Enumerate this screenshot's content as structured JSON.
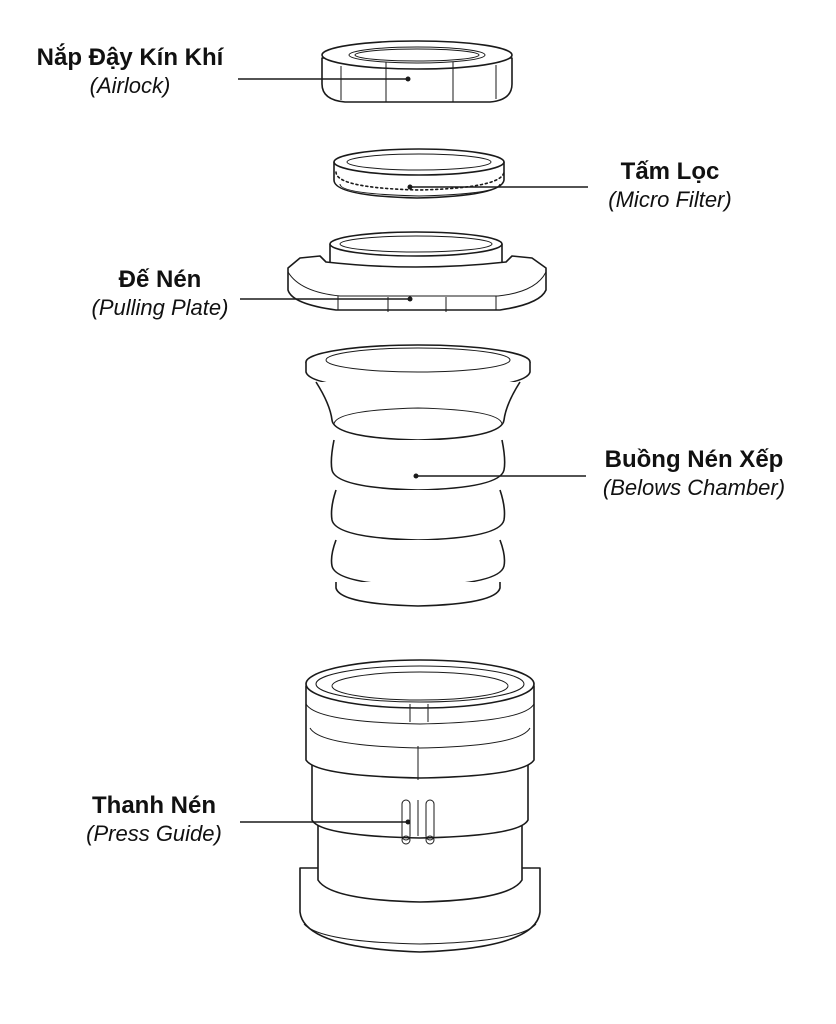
{
  "labels": {
    "airlock": {
      "vn": "Nắp Đậy Kín Khí",
      "en": "(Airlock)"
    },
    "filter": {
      "vn": "Tấm Lọc",
      "en": "(Micro Filter)"
    },
    "plate": {
      "vn": "Đế Nén",
      "en": "(Pulling Plate)"
    },
    "chamber": {
      "vn": "Buồng Nén Xếp",
      "en": "(Belows Chamber)"
    },
    "guide": {
      "vn": "Thanh Nén",
      "en": "(Press Guide)"
    }
  }
}
